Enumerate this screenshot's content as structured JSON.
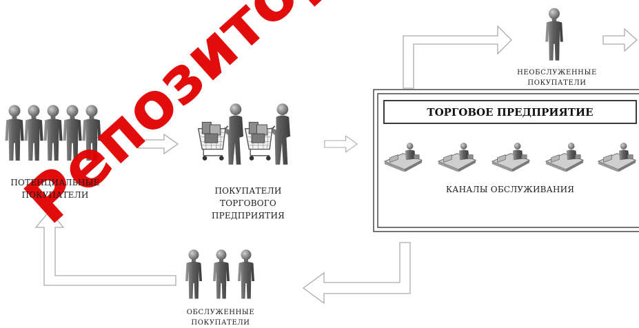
{
  "watermark": {
    "text": "Репозиторий",
    "color": "#e10000"
  },
  "enterprise": {
    "title": "ТОРГОВОЕ ПРЕДПРИЯТИЕ",
    "channels_label": "КАНАЛЫ ОБСЛУЖИВАНИЯ"
  },
  "nodes": {
    "potential": [
      "ПОТЕНЦИАЛЬНЫЕ",
      "ПОКУПАТЕЛИ"
    ],
    "store_buyers": [
      "ПОКУПАТЕЛИ",
      "ТОРГОВОГО",
      "ПРЕДПРИЯТИЯ"
    ],
    "unserved": [
      "НЕОБСЛУЖЕННЫЕ",
      "ПОКУПАТЕЛИ"
    ],
    "served": [
      "ОБСЛУЖЕННЫЕ",
      "ПОКУПАТЕЛИ"
    ]
  },
  "icons": {
    "person": "person-icon",
    "cart": "shopping-cart-icon",
    "cashier": "cashier-desk-icon",
    "arrow": "hollow-arrow-icon"
  }
}
